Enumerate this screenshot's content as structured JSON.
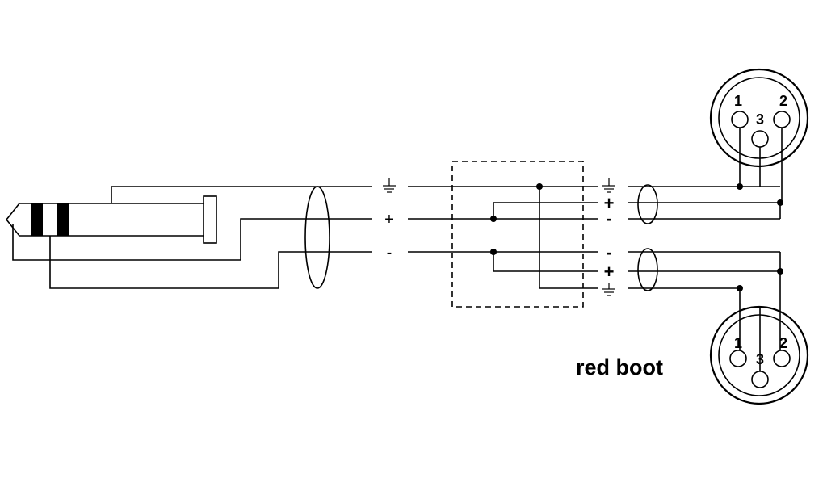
{
  "diagram": {
    "input_signs": [
      "+",
      "-"
    ],
    "output_top_signs": [
      "+",
      "-"
    ],
    "output_bottom_signs": [
      "-",
      "+"
    ],
    "xlr_top_pins": [
      "1",
      "3",
      "2"
    ],
    "xlr_bottom_pins": [
      "1",
      "3",
      "2"
    ],
    "boot_label": "red boot"
  }
}
